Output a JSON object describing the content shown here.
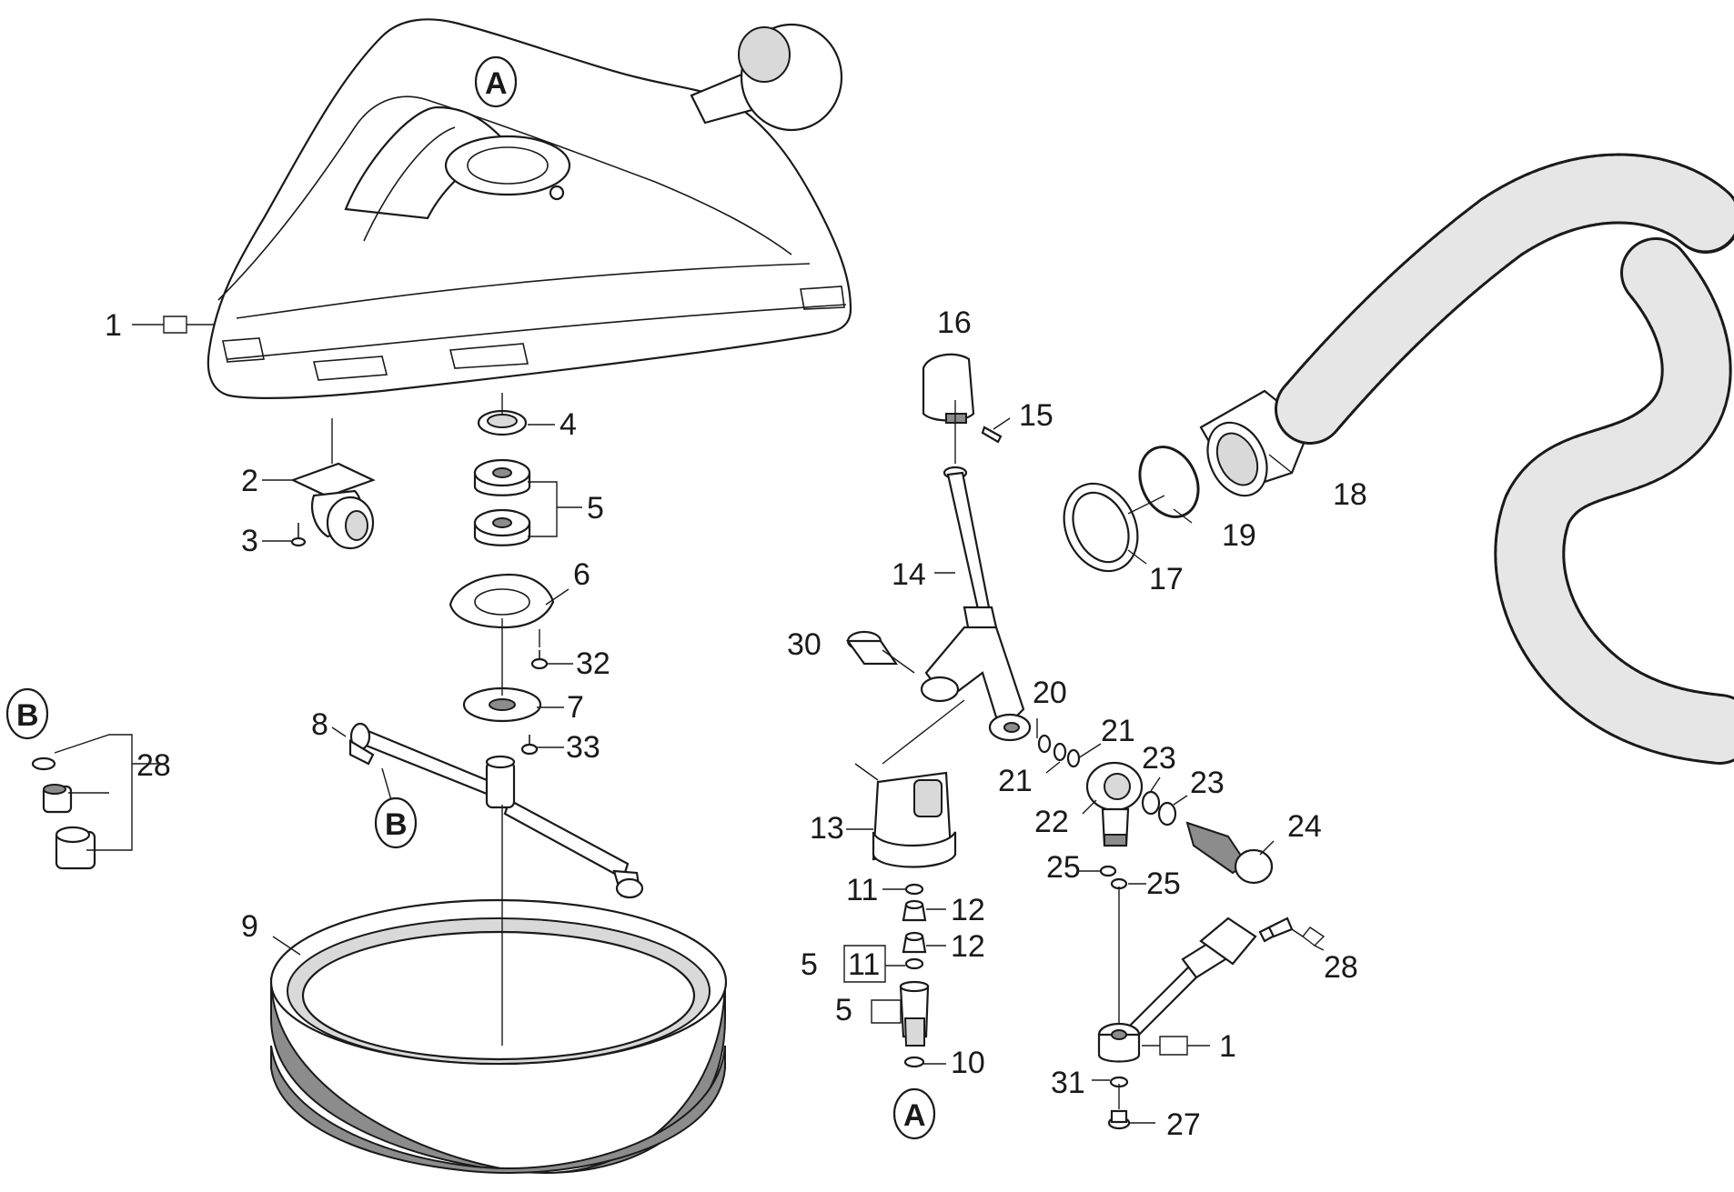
{
  "title": "",
  "labels": {
    "l1a": "1",
    "l2": "2",
    "l3": "3",
    "l4": "4",
    "l5a": "5",
    "l6": "6",
    "l7": "7",
    "l8": "8",
    "l9": "9",
    "l10": "10",
    "l11a": "11",
    "l11b": "11",
    "l12a": "12",
    "l12b": "12",
    "l13": "13",
    "l14": "14",
    "l15": "15",
    "l16": "16",
    "l17": "17",
    "l18": "18",
    "l19": "19",
    "l20": "20",
    "l21a": "21",
    "l21b": "21",
    "l22": "22",
    "l23a": "23",
    "l23b": "23",
    "l24": "24",
    "l25a": "25",
    "l25b": "25",
    "l27": "27",
    "l28a": "28",
    "l28b": "28",
    "l30": "30",
    "l31": "31",
    "l32": "32",
    "l33": "33",
    "l5b": "5",
    "l5c": "5",
    "l1b": "1"
  },
  "markers": {
    "A": "A",
    "B": "B"
  },
  "colors": {
    "line": "#1a1a1a",
    "fill": "#ffffff",
    "shade": "#d9d9d9",
    "dark": "#8c8c8c"
  },
  "icons": {
    "parts": "exploded-parts-diagram"
  }
}
